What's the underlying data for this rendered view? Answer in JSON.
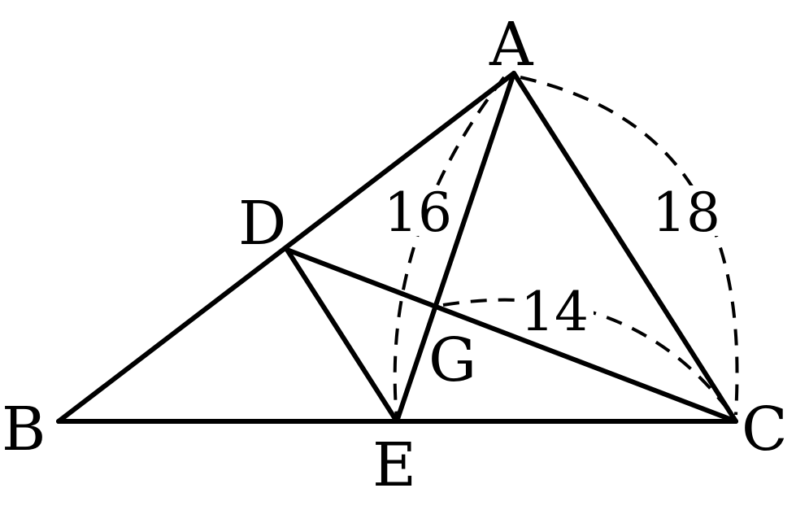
{
  "points": {
    "A": "A",
    "B": "B",
    "C": "C",
    "D": "D",
    "E": "E",
    "G": "G"
  },
  "measurements": {
    "AE": "16",
    "AC": "18",
    "GC": "14"
  },
  "colors": {
    "stroke": "#000000",
    "background": "#ffffff"
  }
}
